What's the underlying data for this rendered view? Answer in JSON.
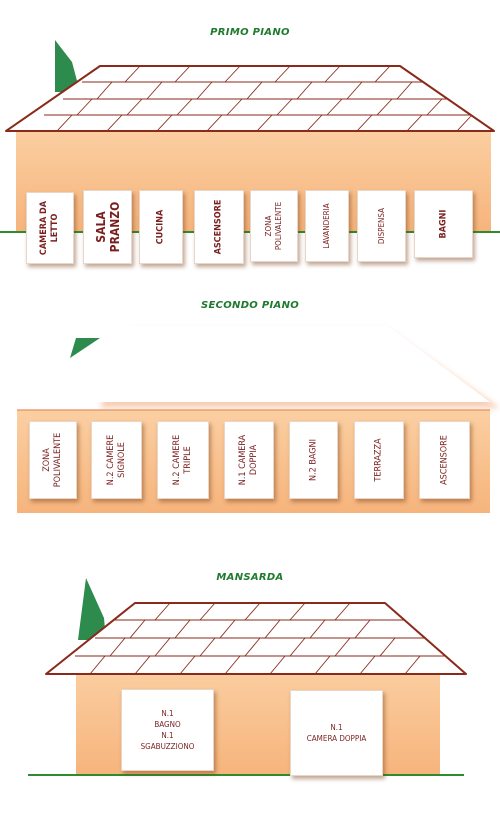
{
  "floors": {
    "primo": {
      "title": "PRIMO PIANO",
      "rooms": [
        "CAMERA DA\nLETTO",
        "SALA\nPRANZO",
        "CUCINA",
        "ASCENSORE",
        "ZONA\nPOLIVALENTE",
        "LAVANDERIA",
        "DISPENSA",
        "BAGNI"
      ]
    },
    "secondo": {
      "title": "SECONDO PIANO",
      "rooms": [
        "ZONA\nPOLIVALENTE",
        "N.2 CAMERE\nSIGNOLE",
        "N.2 CAMERE\nTRIPLE",
        "N.1 CAMERA\nDOPPIA",
        "N.2 BAGNI",
        "TERRAZZA",
        "ASCENSORE"
      ]
    },
    "mansarda": {
      "title": "MANSARDA",
      "rooms": [
        "N.1\nBAGNO\nN.1\nSGABUZZIONO",
        "N.1\nCAMERA DOPPIA"
      ]
    }
  },
  "colors": {
    "wall": "#f9c38f",
    "roof": "#ffffff",
    "roof_lines": "#8a2a1a",
    "chimney": "#2e8b4e",
    "ground": "#2e8b2e",
    "room_text": "#7a1f1f",
    "title_text": "#1e7a2e"
  }
}
